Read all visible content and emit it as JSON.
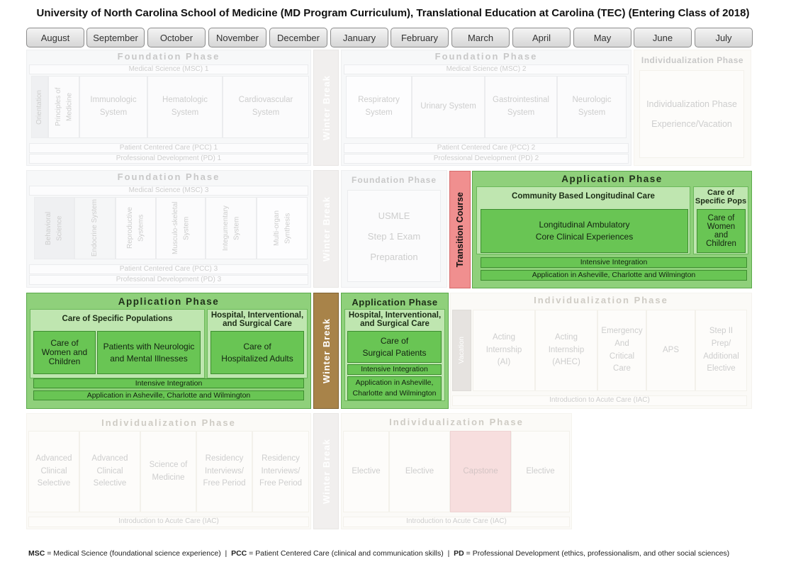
{
  "title": "University of North Carolina School of Medicine (MD Program Curriculum), Translational Education at Carolina (TEC) (Entering Class of 2018)",
  "months": [
    "August",
    "September",
    "October",
    "November",
    "December",
    "January",
    "February",
    "March",
    "April",
    "May",
    "June",
    "July"
  ],
  "winter_break": "Winter Break",
  "row1": {
    "left": {
      "phase": "Foundation Phase",
      "subtitle": "Medical Science (MSC) 1",
      "orientation": "Orientation",
      "principles": "Principles of Medicine",
      "blocks": [
        "Immunologic System",
        "Hematologic System",
        "Cardiovascular System"
      ],
      "pcc": "Patient Centered Care (PCC) 1",
      "pd": "Professional Development (PD) 1"
    },
    "right": {
      "phase": "Foundation Phase",
      "subtitle": "Medical Science (MSC) 2",
      "blocks": [
        "Respiratory System",
        "Urinary System",
        "Gastrointestinal System",
        "Neurologic System"
      ],
      "pcc": "Patient Centered Care (PCC) 2",
      "pd": "Professional Development (PD) 2"
    },
    "indiv": {
      "phase": "Individualization Phase",
      "body_line1": "Individualization Phase",
      "body_line2": "Experience/Vacation"
    }
  },
  "row2": {
    "left": {
      "phase": "Foundation Phase",
      "subtitle": "Medical Science  (MSC) 3",
      "blocks": [
        "Behavioral Science",
        "Endocrine System",
        "Reproductive Systems",
        "Musculo-skeletal System",
        "Integumentary System",
        "Multi-organ Synthesis"
      ],
      "pcc": "Patient Centered Care (PCC) 3",
      "pd": "Professional Development (PD) 3"
    },
    "usmle": {
      "phase": "Foundation Phase",
      "line1": "USMLE",
      "line2": "Step 1 Exam",
      "line3": "Preparation"
    },
    "transition": "Transition Course",
    "app": {
      "phase": "Application Phase",
      "community": "Community Based Longitudinal Care",
      "longitudinal_line1": "Longitudinal Ambulatory",
      "longitudinal_line2": "Core Clinical Experiences",
      "care_pops_line1": "Care of",
      "care_pops_line2": "Specific Pops",
      "women_line1": "Care of",
      "women_line2": "Women",
      "women_line3": "and",
      "women_line4": "Children",
      "intensive": "Intensive Integration",
      "asheville": "Application in Asheville, Charlotte and Wilmington"
    }
  },
  "row3": {
    "left": {
      "phase": "Application Phase",
      "care_specific": "Care of Specific Populations",
      "hospital_line1": "Hospital, Interventional,",
      "hospital_line2": "and Surgical Care",
      "women_line1": "Care of",
      "women_line2": "Women and",
      "women_line3": "Children",
      "neuro_line1": "Patients with Neurologic",
      "neuro_line2": "and Mental Illnesses",
      "adults_line1": "Care of",
      "adults_line2": "Hospitalized Adults",
      "intensive": "Intensive Integration",
      "asheville": "Application in Asheville, Charlotte and Wilmington"
    },
    "mid": {
      "phase": "Application Phase",
      "hospital_line1": "Hospital, Interventional,",
      "hospital_line2": "and Surgical Care",
      "surgical_line1": "Care of",
      "surgical_line2": "Surgical Patients",
      "intensive": "Intensive Integration",
      "asheville_line1": "Application in Asheville,",
      "asheville_line2": "Charlotte and Wilmington"
    },
    "indiv": {
      "phase": "Individualization Phase",
      "vacation": "Vacation",
      "blocks": [
        [
          "Acting",
          "Internship",
          "(AI)"
        ],
        [
          "Acting",
          "Internship",
          "(AHEC)"
        ],
        [
          "Emergency",
          "And",
          "Critical",
          "Care"
        ],
        [
          "APS"
        ],
        [
          "Step II",
          "Prep/",
          "Additional",
          "Elective"
        ]
      ],
      "iac": "Introduction to Acute Care (IAC)"
    }
  },
  "row4": {
    "left": {
      "phase": "Individualization Phase",
      "blocks": [
        [
          "Advanced",
          "Clinical",
          "Selective"
        ],
        [
          "Advanced",
          "Clinical",
          "Selective"
        ],
        [
          "Science of",
          "Medicine"
        ],
        [
          "Residency",
          "Interviews/",
          "Free Period"
        ],
        [
          "Residency",
          "Interviews/",
          "Free Period"
        ]
      ],
      "iac": "Introduction to Acute Care (IAC)"
    },
    "right": {
      "phase": "Individualization Phase",
      "blocks": [
        "Elective",
        "Elective",
        "Capstone",
        "Elective"
      ],
      "iac": "Introduction to Acute Care (IAC)"
    }
  },
  "footer": {
    "msc_abbr": "MSC",
    "msc_text": " = Medical Science (foundational science experience)  |  ",
    "pcc_abbr": "PCC",
    "pcc_text": " = Patient Centered Care (clinical and communication skills)  |  ",
    "pd_abbr": "PD",
    "pd_text": " = Professional Development (ethics, professionalism, and other social sciences)"
  },
  "colors": {
    "green_panel": "#8fd07b",
    "green_cell": "#69c554",
    "light_green": "#bfe6b0",
    "transition_red": "#f08f8f",
    "winter_break_brown": "#a88349",
    "capstone_pink": "#e79a9a"
  }
}
